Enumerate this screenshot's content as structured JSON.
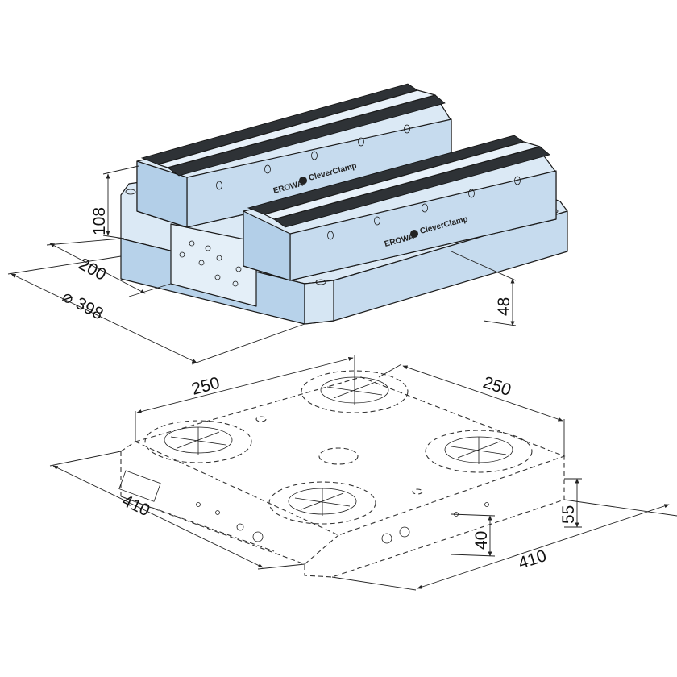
{
  "colors": {
    "body_light": "#dbe9f5",
    "body_mid": "#c6dbee",
    "body_dark": "#aecbe4",
    "rail_dark": "#2e3236",
    "line": "#1a1a1a"
  },
  "upper_unit": {
    "brand_left": "EROWA",
    "brand_right": "CleverClamp",
    "dimensions": {
      "height": "108",
      "width": "200",
      "diameter": "⌀ 398",
      "plate_height": "48"
    }
  },
  "lower_unit": {
    "dimensions": {
      "spacing_left": "250",
      "spacing_right": "250",
      "length_left": "410",
      "length_right": "410",
      "height_plate": "40",
      "height_total": "55"
    }
  }
}
